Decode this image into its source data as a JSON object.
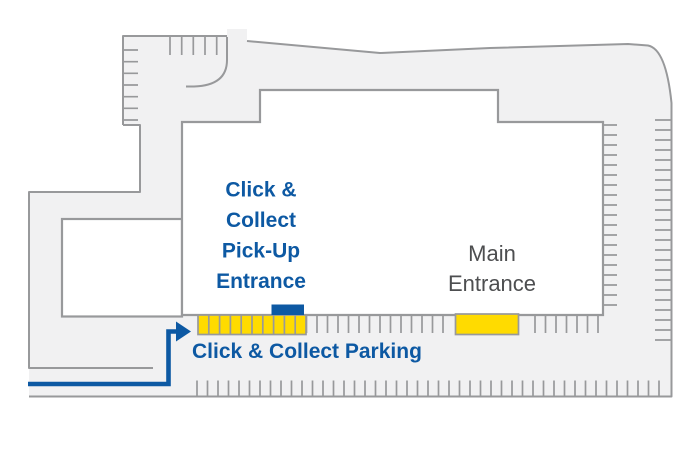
{
  "colors": {
    "page_bg": "#ffffff",
    "map_fill": "#f1f1f2",
    "map_outline": "#98999b",
    "accent_blue": "#0d59a3",
    "brand_yellow": "#ffdb00",
    "building_fill": "#ffffff",
    "text_gray": "#4d4e50"
  },
  "labels": {
    "cc_entrance": {
      "line1": "Click &",
      "line2": "Collect",
      "line3": "Pick-Up",
      "line4": "Entrance"
    },
    "main_entrance": {
      "line1": "Main",
      "line2": "Entrance"
    },
    "cc_parking": "Click & Collect Parking"
  }
}
